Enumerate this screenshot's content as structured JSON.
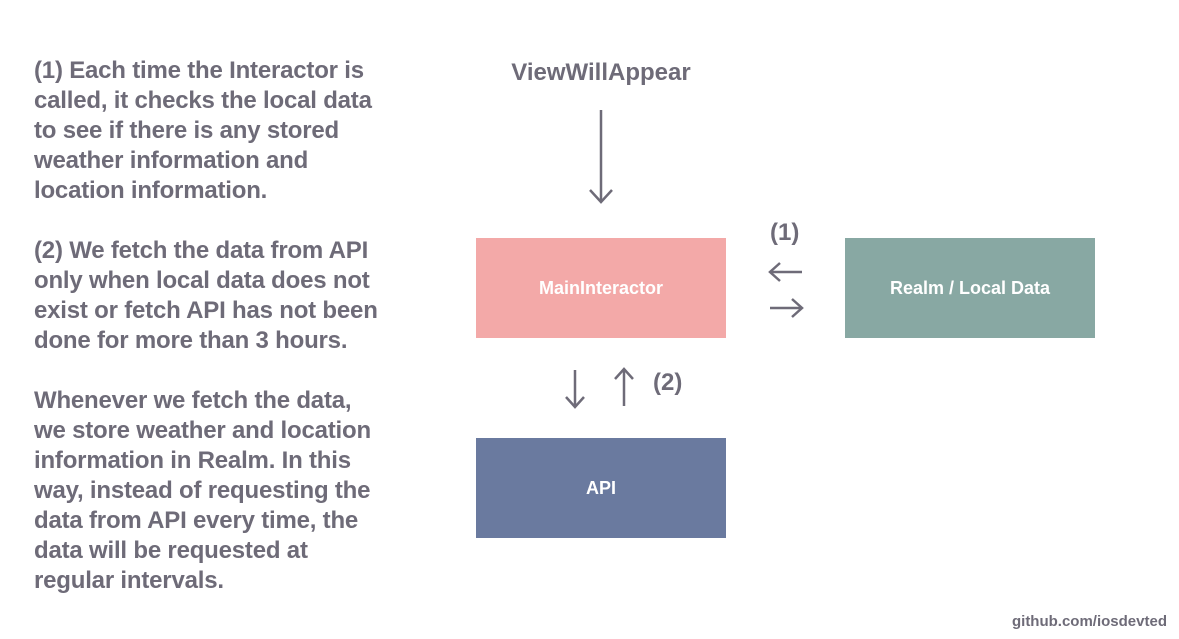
{
  "notes": [
    "(1) Each time the Interactor is\ncalled, it checks the local data\nto see if there is any stored\nweather information and\nlocation information.",
    "(2) We fetch the data from API\nonly when local data does not\nexist or fetch API has not been\ndone for more than 3 hours.",
    "Whenever we fetch the data,\nwe store weather and location\ninformation in Realm. In this\nway, instead of requesting the\ndata from API every time, the\ndata will be requested at\nregular intervals."
  ],
  "diagram": {
    "trigger": "ViewWillAppear",
    "nodes": {
      "interactor": "MainInteractor",
      "realm": "Realm / Local Data",
      "api": "API"
    },
    "steps": {
      "local": "(1)",
      "api": "(2)"
    },
    "colors": {
      "interactor": "#f3a9a8",
      "realm": "#88a8a3",
      "api": "#6a7a9f",
      "text": "#6e6b78"
    }
  },
  "footer": "github.com/iosdevted"
}
